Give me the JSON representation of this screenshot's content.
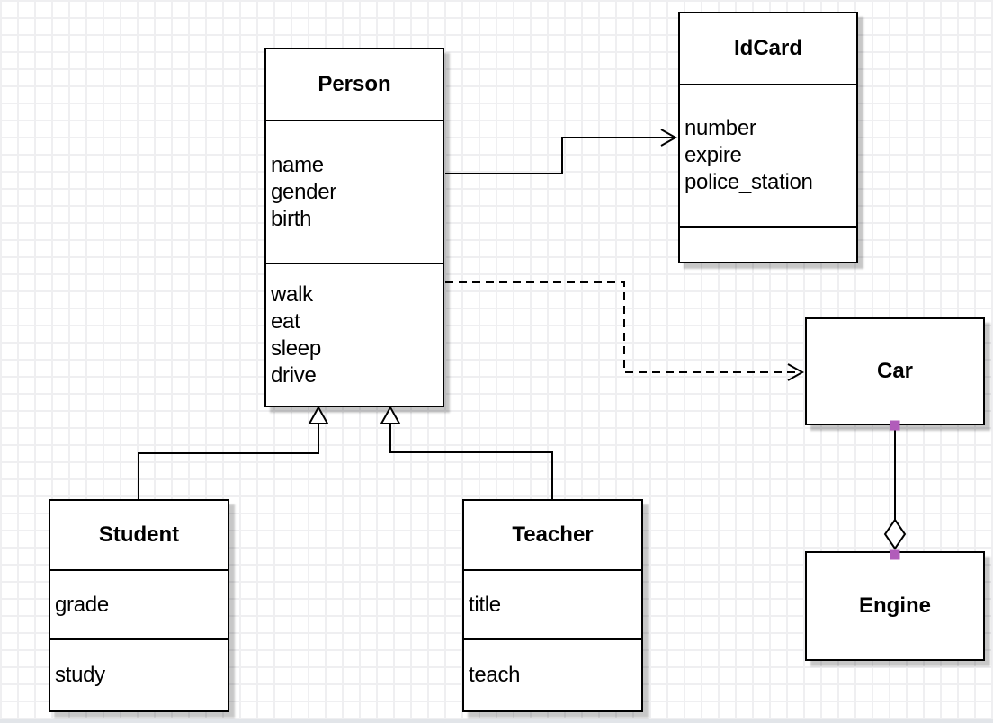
{
  "canvas": {
    "background": "#ffffff",
    "grid_line_color": "#efeff1",
    "bottom_bar_color": "#e2e5e9"
  },
  "colors": {
    "box_border": "#000000",
    "box_fill": "#ffffff",
    "text": "#000000",
    "shadow": "rgba(0,0,0,0.22)",
    "connection_handle": "#b15cba"
  },
  "classes": [
    {
      "name": "Person",
      "attributes": [
        "name",
        "gender",
        "birth"
      ],
      "methods": [
        "walk",
        "eat",
        "sleep",
        "drive"
      ]
    },
    {
      "name": "IdCard",
      "attributes": [
        "number",
        "expire",
        "police_station"
      ],
      "methods": []
    },
    {
      "name": "Car",
      "attributes": [],
      "methods": []
    },
    {
      "name": "Engine",
      "attributes": [],
      "methods": []
    },
    {
      "name": "Student",
      "attributes": [
        "grade"
      ],
      "methods": [
        "study"
      ]
    },
    {
      "name": "Teacher",
      "attributes": [
        "title"
      ],
      "methods": [
        "teach"
      ]
    }
  ],
  "relationships": [
    {
      "from": "Person",
      "to": "IdCard",
      "type": "association",
      "style": "solid-open-arrow"
    },
    {
      "from": "Person",
      "to": "Car",
      "type": "dependency",
      "style": "dashed-open-arrow"
    },
    {
      "from": "Student",
      "to": "Person",
      "type": "inheritance",
      "style": "solid-hollow-triangle"
    },
    {
      "from": "Teacher",
      "to": "Person",
      "type": "inheritance",
      "style": "solid-hollow-triangle"
    },
    {
      "from": "Car",
      "to": "Engine",
      "type": "aggregation",
      "style": "solid-hollow-diamond-with-handles"
    }
  ]
}
